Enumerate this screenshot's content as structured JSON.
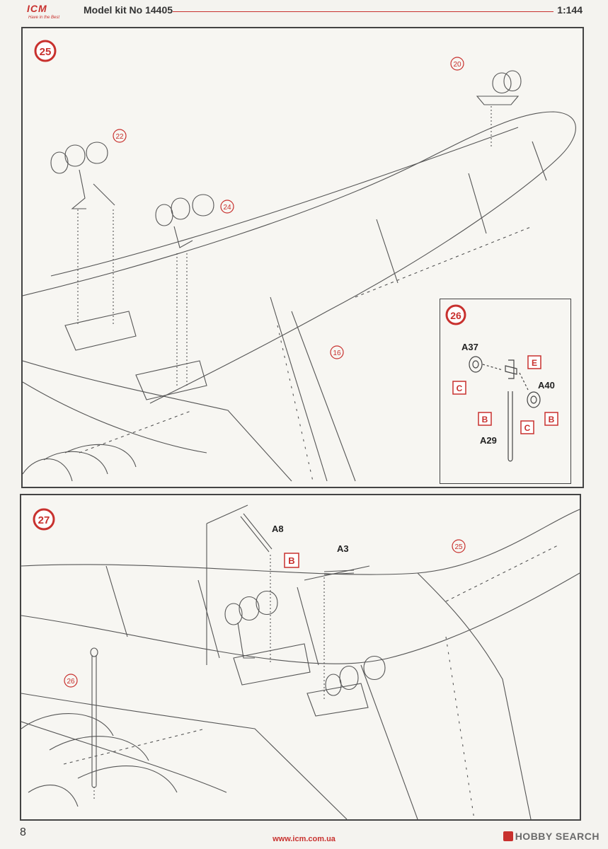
{
  "header": {
    "brand": "ICM",
    "brand_tagline": "Have in the Best",
    "kit_label": "Model kit No 14405",
    "scale": "1:144"
  },
  "step25": {
    "number": "25",
    "refs": [
      "20",
      "22",
      "24",
      "16"
    ]
  },
  "step26": {
    "number": "26",
    "parts": [
      "A37",
      "A40",
      "A29"
    ],
    "letters": [
      "E",
      "C",
      "B",
      "C",
      "B"
    ]
  },
  "step27": {
    "number": "27",
    "parts": [
      "A8",
      "A3"
    ],
    "letters": [
      "B"
    ],
    "refs": [
      "25",
      "26"
    ]
  },
  "footer": {
    "page_number": "8",
    "url": "www.icm.com.ua",
    "watermark": "HOBBY SEARCH"
  },
  "colors": {
    "accent": "#c8312e",
    "line": "#333333"
  }
}
